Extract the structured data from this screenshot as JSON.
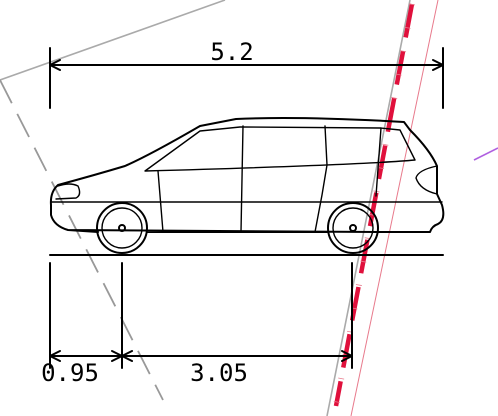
{
  "dimensions": {
    "overall_length": "5.2",
    "front_overhang": "0.95",
    "wheelbase": "3.05"
  },
  "colors": {
    "ink": "#000000",
    "construction_gray": "#aaaaaa",
    "dashed_gray": "#999999",
    "red_dash": "#e0103c",
    "red_thin": "#e87a8c",
    "purple_line": "#b060e0"
  }
}
